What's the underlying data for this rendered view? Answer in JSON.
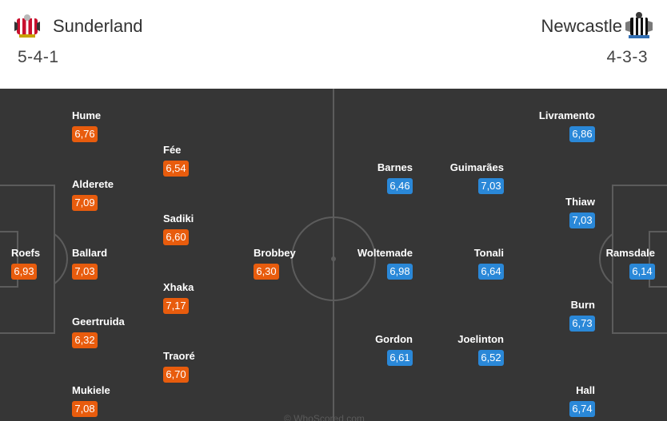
{
  "home": {
    "name": "Sunderland",
    "formation": "5-4-1",
    "crest_icon": "sunderland-crest-icon",
    "rating_color": "#e85c0d"
  },
  "away": {
    "name": "Newcastle",
    "formation": "4-3-3",
    "crest_icon": "newcastle-crest-icon",
    "rating_color": "#2a88d8"
  },
  "players": [
    {
      "name": "Hume",
      "rating": "6,76",
      "team": "home"
    },
    {
      "name": "Fée",
      "rating": "6,54",
      "team": "home"
    },
    {
      "name": "Alderete",
      "rating": "7,09",
      "team": "home"
    },
    {
      "name": "Sadiki",
      "rating": "6,60",
      "team": "home"
    },
    {
      "name": "Roefs",
      "rating": "6,93",
      "team": "home"
    },
    {
      "name": "Ballard",
      "rating": "7,03",
      "team": "home"
    },
    {
      "name": "Brobbey",
      "rating": "6,30",
      "team": "home"
    },
    {
      "name": "Xhaka",
      "rating": "7,17",
      "team": "home"
    },
    {
      "name": "Geertruida",
      "rating": "6,32",
      "team": "home"
    },
    {
      "name": "Traoré",
      "rating": "6,70",
      "team": "home"
    },
    {
      "name": "Mukiele",
      "rating": "7,08",
      "team": "home"
    },
    {
      "name": "Livramento",
      "rating": "6,86",
      "team": "away"
    },
    {
      "name": "Barnes",
      "rating": "6,46",
      "team": "away"
    },
    {
      "name": "Guimarães",
      "rating": "7,03",
      "team": "away"
    },
    {
      "name": "Thiaw",
      "rating": "7,03",
      "team": "away"
    },
    {
      "name": "Woltemade",
      "rating": "6,98",
      "team": "away"
    },
    {
      "name": "Tonali",
      "rating": "6,64",
      "team": "away"
    },
    {
      "name": "Ramsdale",
      "rating": "6,14",
      "team": "away"
    },
    {
      "name": "Burn",
      "rating": "6,73",
      "team": "away"
    },
    {
      "name": "Gordon",
      "rating": "6,61",
      "team": "away"
    },
    {
      "name": "Joelinton",
      "rating": "6,52",
      "team": "away"
    },
    {
      "name": "Hall",
      "rating": "6,74",
      "team": "away"
    }
  ],
  "watermark": "© WhoScored.com"
}
